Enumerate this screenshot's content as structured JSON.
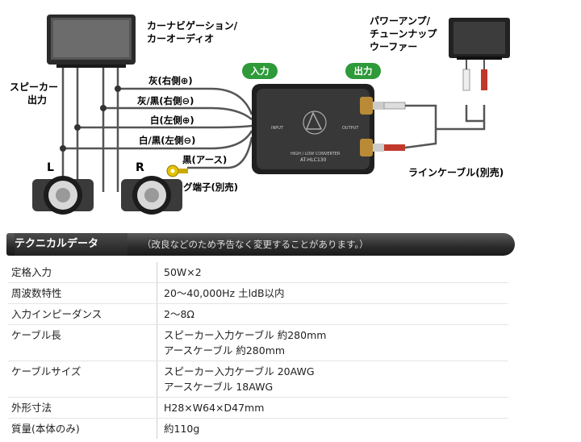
{
  "labels": {
    "navi": [
      "カーナビゲーション/",
      "カーオーディオ"
    ],
    "speaker_out": [
      "スピーカー",
      "出力"
    ],
    "left": "L",
    "right": "R",
    "input_badge": "入力",
    "output_badge": "出力",
    "amp": [
      "パワーアンプ/",
      "チューンナップ",
      "ウーファー"
    ],
    "wire_gray": "灰(右側⊕)",
    "wire_gray_black": "灰/黒(右側⊖)",
    "wire_white": "白(左側⊕)",
    "wire_white_black": "白/黒(左側⊖)",
    "wire_black": "黒(アース)",
    "ring_terminal": "リング端子(別売)",
    "line_cable": "ラインケーブル(別売)",
    "device_model": "AT-HLC130",
    "device_sub": "HIGH / LOW CONVERTER",
    "device_input": "INPUT",
    "device_output": "OUTPUT"
  },
  "banner": {
    "title": "テクニカルデータ",
    "note": "（改良などのため予告なく変更することがあります。）"
  },
  "specs": [
    {
      "key": "定格入力",
      "values": [
        "50W×2"
      ]
    },
    {
      "key": "周波数特性",
      "values": [
        "20～40,000Hz 土ldB以内"
      ]
    },
    {
      "key": "入力インピーダンス",
      "values": [
        "2～8Ω"
      ]
    },
    {
      "key": "ケーブル長",
      "values": [
        "スピーカー入力ケーブル 約280mm",
        "アースケーブル 約280mm"
      ]
    },
    {
      "key": "ケーブルサイズ",
      "values": [
        "スピーカー入力ケーブル 20AWG",
        "アースケーブル 18AWG"
      ]
    },
    {
      "key": "外形寸法",
      "values": [
        "H28×W64×D47mm"
      ]
    },
    {
      "key": "質量(本体のみ)",
      "values": [
        "約110g"
      ]
    }
  ],
  "colors": {
    "wire": "#555555",
    "badge": "#2e9a3a",
    "rca_red": "#c0392b",
    "rca_white": "#dddddd",
    "ring": "#e6c200"
  }
}
